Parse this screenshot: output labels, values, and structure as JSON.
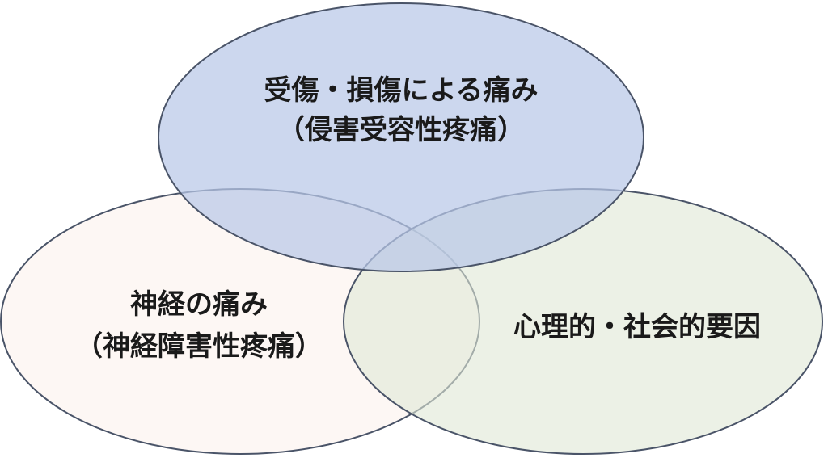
{
  "diagram": {
    "type": "venn",
    "circles": [
      {
        "id": "nociceptive",
        "line1": "受傷・損傷による痛み",
        "line2": "（侵害受容性疼痛）",
        "fill": "#c6d2ec"
      },
      {
        "id": "neuropathic",
        "line1": "神経の痛み",
        "line2": "（神経障害性疼痛）",
        "fill": "#fcf2ee"
      },
      {
        "id": "psychosocial",
        "line1": "心理的・社会的要因",
        "fill": "#e8eee0"
      }
    ],
    "stroke_color": "#4a5468"
  }
}
